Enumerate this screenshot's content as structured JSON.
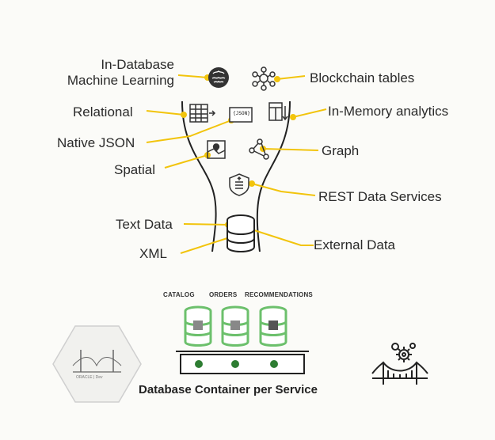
{
  "funnel": {
    "left_labels": {
      "in_database_ml": "In-Database\nMachine Learning",
      "relational": "Relational",
      "native_json": "Native JSON",
      "spatial": "Spatial",
      "text_data": "Text Data",
      "xml": "XML"
    },
    "right_labels": {
      "blockchain": "Blockchain tables",
      "in_memory": "In-Memory analytics",
      "graph": "Graph",
      "rest": "REST Data Services",
      "external": "External Data"
    },
    "json_icon_text": "{JSON}"
  },
  "containers": {
    "labels": [
      "CATALOG",
      "ORDERS",
      "RECOMMENDATIONS"
    ],
    "caption": "Database Container per Service"
  },
  "logo": {
    "text": "ORACLE | Dev"
  },
  "colors": {
    "accent_yellow": "#f2c40c",
    "accent_green": "#6cc06c",
    "dark": "#2a2a2a"
  }
}
